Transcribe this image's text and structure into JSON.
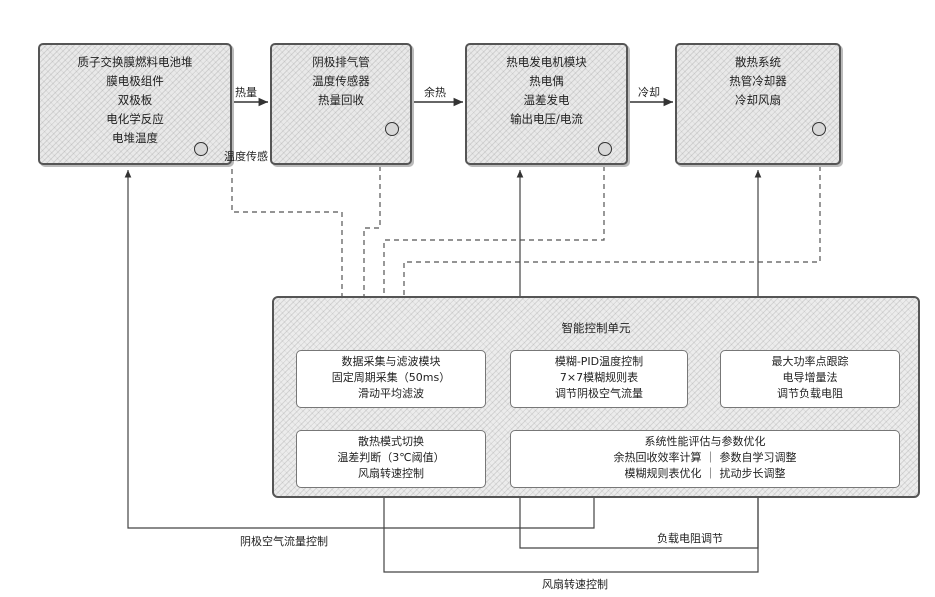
{
  "blocks": {
    "fuel_cell": [
      "质子交换膜燃料电池堆",
      "膜电极组件",
      "双极板",
      "电化学反应",
      "电堆温度"
    ],
    "exhaust": [
      "阴极排气管",
      "温度传感器",
      "热量回收"
    ],
    "teg": [
      "热电发电机模块",
      "热电偶",
      "温差发电",
      "输出电压/电流"
    ],
    "cooling": [
      "散热系统",
      "热管冷却器",
      "冷却风扇"
    ]
  },
  "flow_labels": {
    "heat": "热量",
    "waste_heat": "余热",
    "cooling": "冷却",
    "temp_sensor": "温度传感"
  },
  "control_unit": {
    "title": "智能控制单元",
    "modules": {
      "acquisition": [
        "数据采集与滤波模块",
        "固定周期采集（50ms）",
        "滑动平均滤波"
      ],
      "fuzzy_pid": [
        "模糊-PID温度控制",
        "7×7模糊规则表",
        "调节阴极空气流量"
      ],
      "mppt": [
        "最大功率点跟踪",
        "电导增量法",
        "调节负载电阻"
      ],
      "mode": [
        "散热模式切换",
        "温差判断（3℃阈值）",
        "风扇转速控制"
      ],
      "evaluation": [
        "系统性能评估与参数优化",
        "余热回收效率计算 ｜ 参数自学习调整",
        "模糊规则表优化 ｜ 扰动步长调整"
      ]
    }
  },
  "feedback_labels": {
    "cathode_air": "阴极空气流量控制",
    "load_resistance": "负载电阻调节",
    "fan_speed": "风扇转速控制"
  }
}
